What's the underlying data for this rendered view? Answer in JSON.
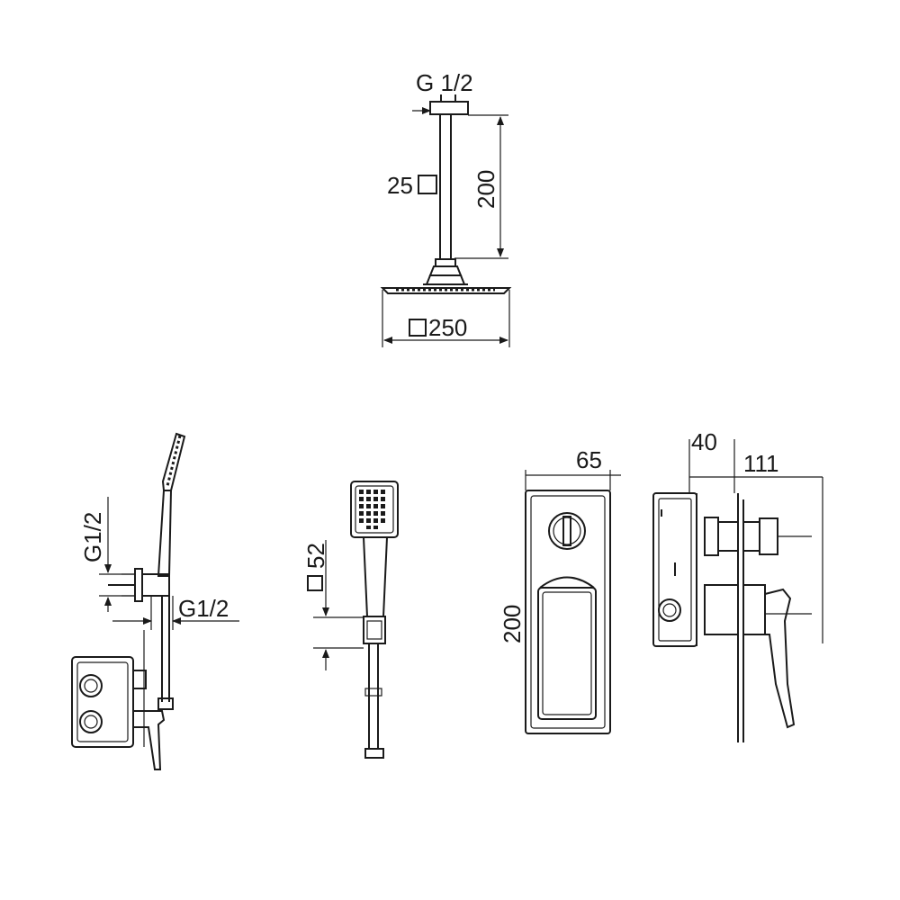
{
  "overhead_shower": {
    "thread_label": "G 1/2",
    "arm_section_label": "25",
    "arm_length_label": "200",
    "head_size_label": "250"
  },
  "side_view": {
    "upper_thread_label": "G1/2",
    "lower_thread_label": "G1/2"
  },
  "hand_shower": {
    "holder_size_label": "52"
  },
  "front_plate": {
    "width_label": "65",
    "height_label": "200"
  },
  "mixer_side": {
    "depth_label": "40",
    "total_depth_label": "111"
  }
}
